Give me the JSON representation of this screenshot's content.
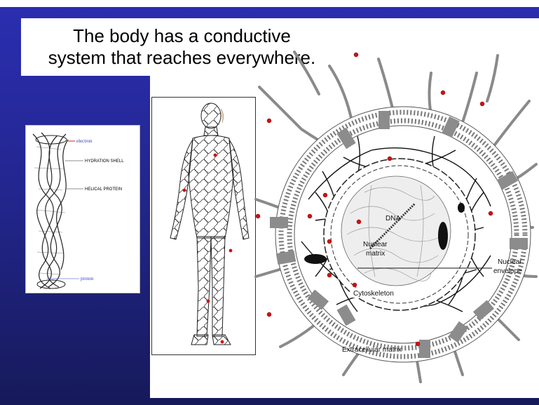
{
  "slide": {
    "title_line_1": "The body has a conductive",
    "title_line_2": "system that reaches everywhere."
  },
  "protein_diagram": {
    "labels": {
      "electron": "electron",
      "hydration_shell": "HYDRATION SHELL",
      "helical_protein": "HELICAL PROTEIN",
      "proton": "proton"
    }
  },
  "cell_diagram": {
    "labels": {
      "dna": "DNA",
      "nuclear_matrix_line_1": "Nuclear",
      "nuclear_matrix_line_2": "matrix",
      "nuclear_envelope_line_1": "Nuclear",
      "nuclear_envelope_line_2": "envelope",
      "cytoskeleton": "Cytoskeleton",
      "extracellular_matrix": "Extracellular matrix"
    }
  },
  "colors": {
    "background_top": "#2a2eb0",
    "background_bottom": "#161a5a",
    "marker_red": "#d01010",
    "fiber_gray": "#8a8a8a"
  }
}
